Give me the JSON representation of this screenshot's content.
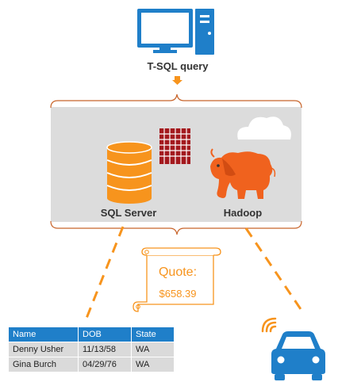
{
  "query_label": "T-SQL query",
  "sql_server_label": "SQL Server",
  "hadoop_label": "Hadoop",
  "quote": {
    "title": "Quote:",
    "amount": "$658.39"
  },
  "table": {
    "headers": [
      "Name",
      "DOB",
      "State"
    ],
    "rows": [
      [
        "Denny Usher",
        "11/13/58",
        "WA"
      ],
      [
        "Gina Burch",
        "04/29/76",
        "WA"
      ]
    ]
  },
  "colors": {
    "blue": "#1f7fc9",
    "orange": "#f7941d",
    "dark_red": "#a3191e",
    "panel_gray": "#dcdcdc"
  }
}
